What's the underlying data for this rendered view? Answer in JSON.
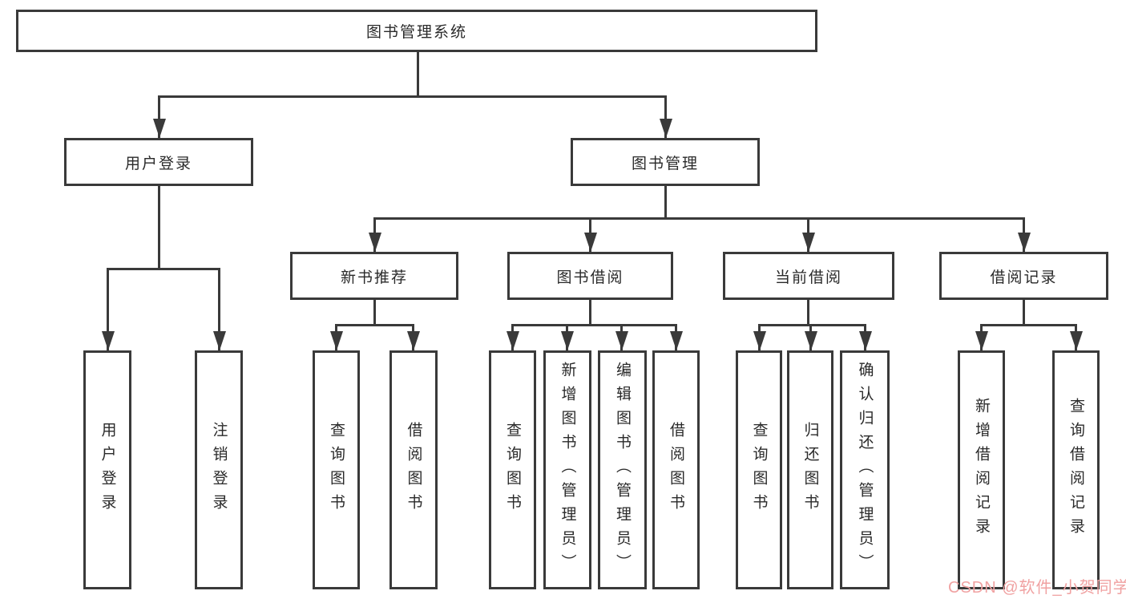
{
  "diagram_title": "图书管理系统",
  "tree": {
    "root": {
      "label": "图书管理系统",
      "children": [
        {
          "label": "用户登录",
          "children": [
            {
              "label": "用户登录"
            },
            {
              "label": "注销登录"
            }
          ]
        },
        {
          "label": "图书管理",
          "children": [
            {
              "label": "新书推荐",
              "children": [
                {
                  "label": "查询图书"
                },
                {
                  "label": "借阅图书"
                }
              ]
            },
            {
              "label": "图书借阅",
              "children": [
                {
                  "label": "查询图书"
                },
                {
                  "label": "新增图书（管理员）"
                },
                {
                  "label": "编辑图书（管理员）"
                },
                {
                  "label": "借阅图书"
                }
              ]
            },
            {
              "label": "当前借阅",
              "children": [
                {
                  "label": "查询图书"
                },
                {
                  "label": "归还图书"
                },
                {
                  "label": "确认归还（管理员）"
                }
              ]
            },
            {
              "label": "借阅记录",
              "children": [
                {
                  "label": "新增借阅记录"
                },
                {
                  "label": "查询借阅记录"
                }
              ]
            }
          ]
        }
      ]
    }
  },
  "watermark": {
    "text": "CSDN @软件_小贺同学"
  },
  "colors": {
    "line": "#3a3a3a",
    "box_border": "#3a3a3a",
    "box_background": "#ffffff",
    "text": "#2a2a2a",
    "watermark": "#f0a2a2",
    "background": "#ffffff"
  }
}
